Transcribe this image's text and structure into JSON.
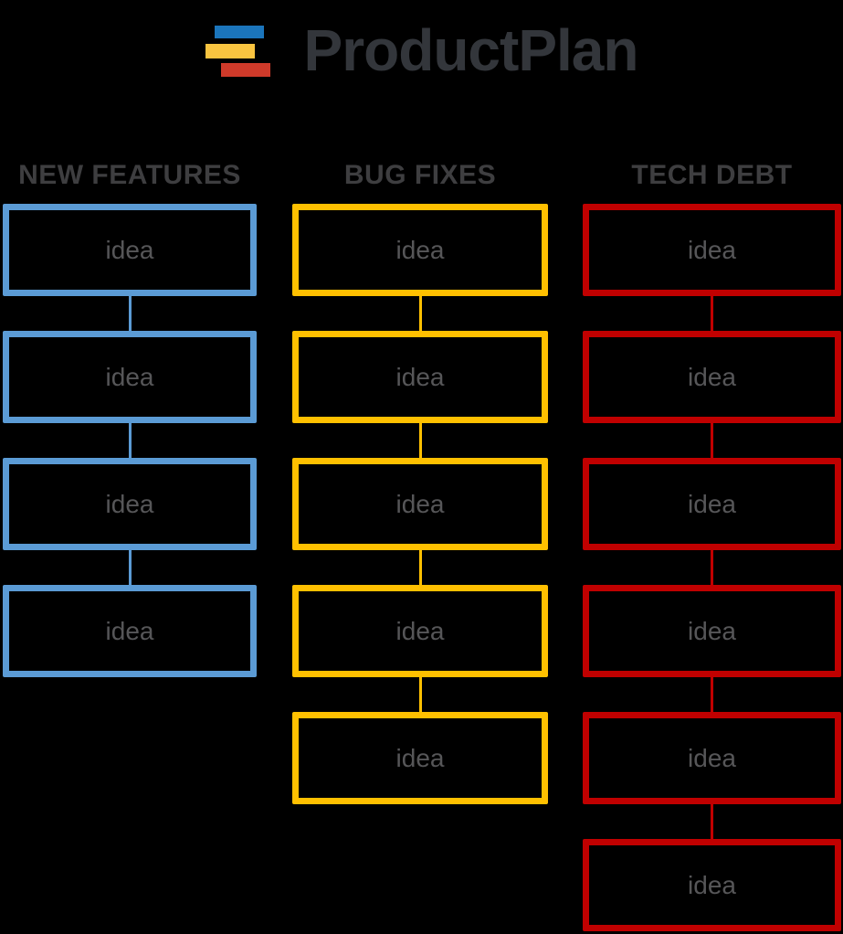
{
  "page": {
    "background": "#000000"
  },
  "logo": {
    "text": "ProductPlan",
    "text_color": "#33363B",
    "bars": [
      {
        "name": "logo-bar-blue",
        "color": "#1B75BB"
      },
      {
        "name": "logo-bar-yellow",
        "color": "#F9C440"
      },
      {
        "name": "logo-bar-red",
        "color": "#CF3A2A"
      }
    ]
  },
  "text_colors": {
    "header": "#3E3E40",
    "idea": "#565658"
  },
  "columns": [
    {
      "id": "new-features",
      "header": "NEW FEATURES",
      "accent_color": "#5B9BD5",
      "items": [
        {
          "label": "idea"
        },
        {
          "label": "idea"
        },
        {
          "label": "idea"
        },
        {
          "label": "idea"
        }
      ]
    },
    {
      "id": "bug-fixes",
      "header": "BUG FIXES",
      "accent_color": "#FFC000",
      "items": [
        {
          "label": "idea"
        },
        {
          "label": "idea"
        },
        {
          "label": "idea"
        },
        {
          "label": "idea"
        },
        {
          "label": "idea"
        }
      ]
    },
    {
      "id": "tech-debt",
      "header": "TECH DEBT",
      "accent_color": "#C00000",
      "items": [
        {
          "label": "idea"
        },
        {
          "label": "idea"
        },
        {
          "label": "idea"
        },
        {
          "label": "idea"
        },
        {
          "label": "idea"
        },
        {
          "label": "idea"
        }
      ]
    }
  ]
}
